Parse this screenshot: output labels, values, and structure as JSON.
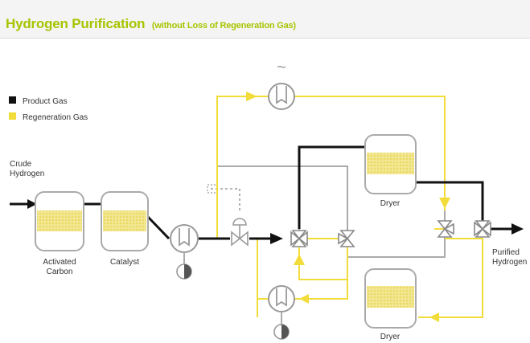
{
  "title": {
    "main": "Hydrogen Purification",
    "sub": "(without Loss of Regeneration Gas)"
  },
  "legend": {
    "items": [
      {
        "label": "Product Gas",
        "color": "#111111"
      },
      {
        "label": "Regeneration Gas",
        "color": "#f2dc3a"
      }
    ]
  },
  "labels": {
    "inlet_line1": "Crude",
    "inlet_line2": "Hydrogen",
    "activated_line1": "Activated",
    "activated_line2": "Carbon",
    "catalyst": "Catalyst",
    "dryer_top": "Dryer",
    "dryer_bottom": "Dryer",
    "outlet_line1": "Purified",
    "outlet_line2": "Hydrogen"
  },
  "symbols": {
    "heater_symbol": "~"
  },
  "colors": {
    "product": "#111111",
    "regeneration": "#f2dc3a",
    "piping": "#aaaaaa",
    "vessel_fill": "#f2e690",
    "accent_title": "#a8c400"
  }
}
